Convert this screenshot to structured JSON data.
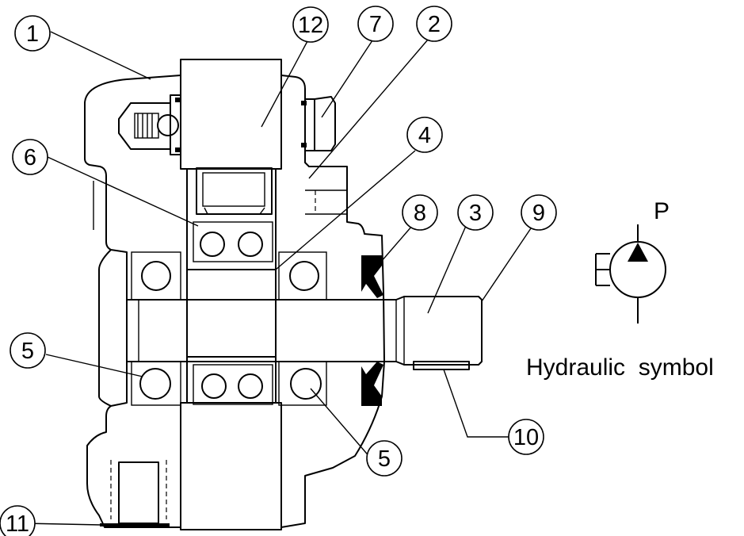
{
  "callouts": {
    "c1": "1",
    "c2": "2",
    "c3": "3",
    "c4": "4",
    "c5a": "5",
    "c5b": "5",
    "c6": "6",
    "c7": "7",
    "c8": "8",
    "c9": "9",
    "c10": "10",
    "c11": "11",
    "c12": "12"
  },
  "symbol": {
    "port_label": "P",
    "caption": "Hydraulic  symbol"
  }
}
